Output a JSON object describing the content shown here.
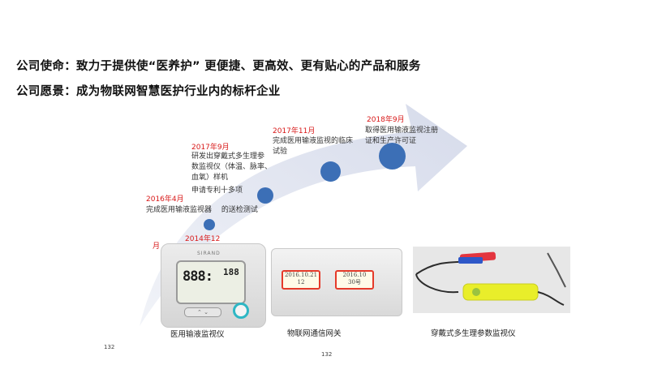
{
  "mission": "公司使命：致力于提供使“医养护” 更便捷、更高效、更有贴心的产品和服务",
  "vision": "公司愿景：成为物联网智慧医护行业内的标杆企业",
  "timeline": [
    {
      "year": "2014年12",
      "desc": []
    },
    {
      "year": "2016年4月",
      "desc": [
        "完成医用输液监视器　 的送检测试"
      ]
    },
    {
      "year": "2017年9月",
      "desc": [
        "研发出穿戴式多生理参",
        "数监视仪（体温、脉率、",
        "血氧）样机",
        "申请专利十多项"
      ]
    },
    {
      "year": "2017年11月",
      "desc": [
        "完成医用输液监视的临床",
        "试验"
      ]
    },
    {
      "year": "2018年9月",
      "desc": [
        "取得医用输液监视注册",
        "证和生产许可证"
      ]
    }
  ],
  "stray_char": "月",
  "device1": {
    "brand": "SIRAND",
    "digits": "888:",
    "digits2": "188",
    "buttons": "⌃ ⌄"
  },
  "device2": {
    "tag1": "2016.10.21\n12",
    "tag2": "2016.10\n30号"
  },
  "captions": [
    "医用输液监视仪",
    "物联网通信网关",
    "穿戴式多生理参数监视仪"
  ],
  "page_numbers": [
    "132",
    "132"
  ],
  "colors": {
    "arrow": "#dfe3ef",
    "dot": "#3c6fb6",
    "year": "#d81818"
  }
}
